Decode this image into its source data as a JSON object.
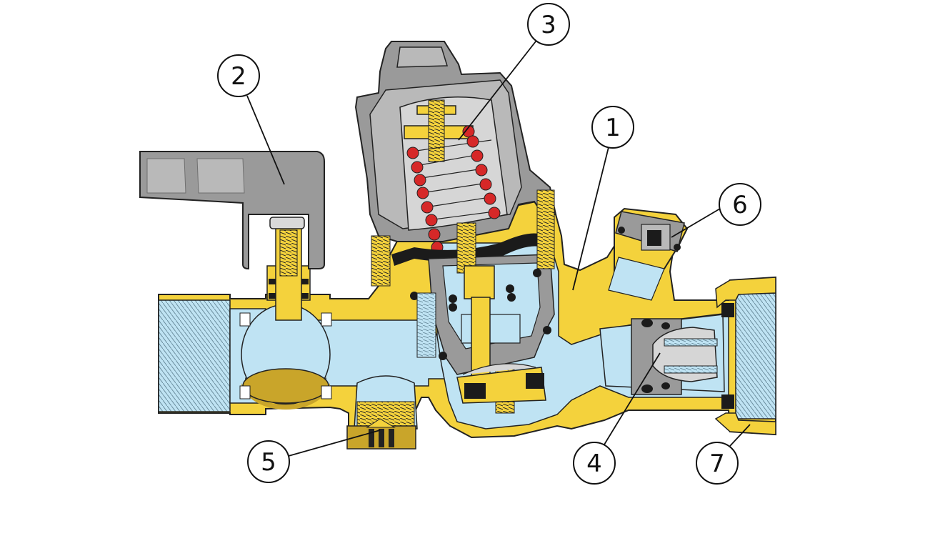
{
  "colors": {
    "brass": "#f4d23c",
    "brass_dark": "#c9a52a",
    "water": "#bfe3f3",
    "water_dark": "#9fcde3",
    "gray": "#9a9a9a",
    "gray_light": "#b9b9b9",
    "gray_dark": "#6f6f6f",
    "spring_red": "#d62828",
    "outline": "#222222",
    "seal_black": "#1b1b1b"
  },
  "callouts": [
    {
      "label": "1",
      "target": "valve-body"
    },
    {
      "label": "2",
      "target": "ball-valve-handle"
    },
    {
      "label": "3",
      "target": "regulator-spring"
    },
    {
      "label": "4",
      "target": "check-valve-cartridge"
    },
    {
      "label": "5",
      "target": "drain-plug"
    },
    {
      "label": "6",
      "target": "gauge-port-cap"
    },
    {
      "label": "7",
      "target": "union-nut-outlet"
    }
  ]
}
